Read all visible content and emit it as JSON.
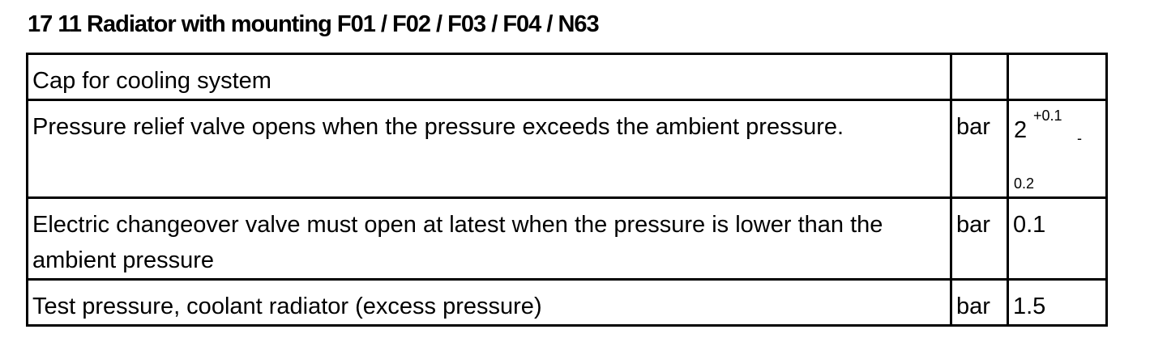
{
  "title": "17 11 Radiator with mounting F01 / F02 / F03 / F04 / N63",
  "rows": [
    {
      "description": "Cap for cooling system",
      "unit": "",
      "value": ""
    },
    {
      "description": "Pressure relief valve opens when the pressure exceeds the ambient pressure.",
      "unit": "bar",
      "value": {
        "nominal": "2",
        "upper": "+0.1",
        "dash": "-",
        "lower": "0.2"
      }
    },
    {
      "description": "Electric changeover valve must open at latest when the pressure is lower than the ambient pressure",
      "unit": "bar",
      "value": "0.1"
    },
    {
      "description": "Test pressure, coolant radiator (excess pressure)",
      "unit": "bar",
      "value": "1.5"
    }
  ]
}
